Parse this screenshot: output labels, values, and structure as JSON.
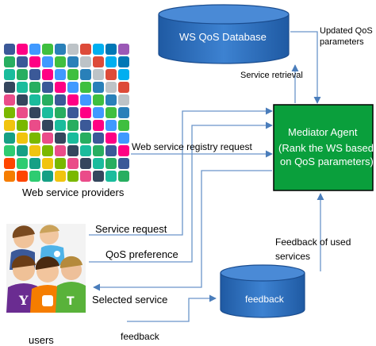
{
  "database_label": "WS QoS Database",
  "mediator_agent": {
    "title": "Mediator Agent",
    "subtitle_line1": "(Rank the WS based",
    "subtitle_line2": "on QoS parameters)"
  },
  "feedback_db_label": "feedback",
  "providers_label": "Web service providers",
  "users_label": "users",
  "edge_labels": {
    "updated_qos_line1": "Updated QoS",
    "updated_qos_line2": "parameters",
    "service_retrieval": "Service retrieval",
    "registry_request": "Web service registry request",
    "service_request": "Service request",
    "qos_preference": "QoS preference",
    "selected_service": "Selected service",
    "feedback": "feedback",
    "feedback_used_line1": "Feedback of used",
    "feedback_used_line2": "services"
  },
  "colors": {
    "database_blue": "#2f6fbf",
    "mediator_green": "#0a9f3c",
    "arrow_blue": "#6a95c9"
  },
  "provider_icons": [
    "#3b5998",
    "#55acee",
    "#dd4b39",
    "#e4405f",
    "#ff9900",
    "#7ab800",
    "#21759b",
    "#ff0084",
    "#cb2027",
    "#00aff0",
    "#f57d00",
    "#1769ff",
    "#ea4c89",
    "#6cc644",
    "#4099ff",
    "#e52d27",
    "#0077b5",
    "#ff4500",
    "#00b488",
    "#34465d",
    "#dc4e41",
    "#3fbf3f",
    "#ffcc00",
    "#9b59b6",
    "#2ecc71",
    "#e67e22",
    "#1abc9c",
    "#c0392b",
    "#2980b9",
    "#8e44ad",
    "#f39c12",
    "#16a085",
    "#d35400",
    "#27ae60",
    "#7f8c8d",
    "#bdc3c7",
    "#e74c3c",
    "#3498db",
    "#f1c40f",
    "#2c3e50"
  ]
}
